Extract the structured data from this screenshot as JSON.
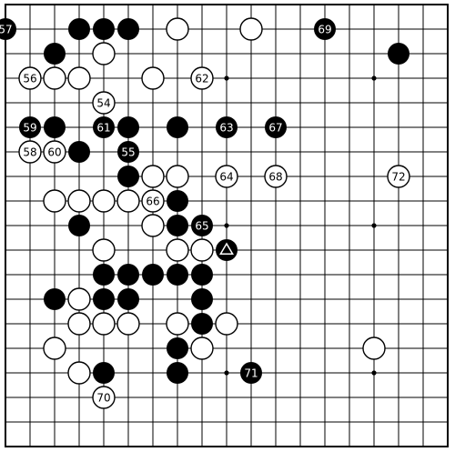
{
  "board": {
    "size": 19,
    "hoshi": [
      [
        3,
        3
      ],
      [
        9,
        3
      ],
      [
        15,
        3
      ],
      [
        3,
        9
      ],
      [
        9,
        9
      ],
      [
        15,
        9
      ],
      [
        3,
        15
      ],
      [
        9,
        15
      ],
      [
        15,
        15
      ]
    ]
  },
  "stones": [
    {
      "c": "b",
      "x": 0,
      "y": 1,
      "n": "57"
    },
    {
      "c": "b",
      "x": 3,
      "y": 1
    },
    {
      "c": "b",
      "x": 4,
      "y": 1
    },
    {
      "c": "b",
      "x": 5,
      "y": 1
    },
    {
      "c": "w",
      "x": 7,
      "y": 1
    },
    {
      "c": "w",
      "x": 10,
      "y": 1
    },
    {
      "c": "b",
      "x": 13,
      "y": 1,
      "n": "69"
    },
    {
      "c": "b",
      "x": 2,
      "y": 2
    },
    {
      "c": "w",
      "x": 4,
      "y": 2
    },
    {
      "c": "b",
      "x": 16,
      "y": 2
    },
    {
      "c": "w",
      "x": 1,
      "y": 3,
      "n": "56"
    },
    {
      "c": "w",
      "x": 2,
      "y": 3
    },
    {
      "c": "w",
      "x": 3,
      "y": 3
    },
    {
      "c": "w",
      "x": 6,
      "y": 3
    },
    {
      "c": "w",
      "x": 8,
      "y": 3,
      "n": "62"
    },
    {
      "c": "w",
      "x": 4,
      "y": 4,
      "n": "54"
    },
    {
      "c": "b",
      "x": 1,
      "y": 5,
      "n": "59"
    },
    {
      "c": "b",
      "x": 2,
      "y": 5
    },
    {
      "c": "b",
      "x": 4,
      "y": 5,
      "n": "61"
    },
    {
      "c": "b",
      "x": 5,
      "y": 5
    },
    {
      "c": "b",
      "x": 7,
      "y": 5
    },
    {
      "c": "b",
      "x": 9,
      "y": 5,
      "n": "63"
    },
    {
      "c": "b",
      "x": 11,
      "y": 5,
      "n": "67"
    },
    {
      "c": "w",
      "x": 1,
      "y": 6,
      "n": "58"
    },
    {
      "c": "w",
      "x": 2,
      "y": 6,
      "n": "60"
    },
    {
      "c": "b",
      "x": 3,
      "y": 6
    },
    {
      "c": "b",
      "x": 5,
      "y": 6,
      "n": "55"
    },
    {
      "c": "b",
      "x": 5,
      "y": 7
    },
    {
      "c": "w",
      "x": 6,
      "y": 7
    },
    {
      "c": "w",
      "x": 7,
      "y": 7
    },
    {
      "c": "w",
      "x": 9,
      "y": 7,
      "n": "64"
    },
    {
      "c": "w",
      "x": 11,
      "y": 7,
      "n": "68"
    },
    {
      "c": "w",
      "x": 16,
      "y": 7,
      "n": "72"
    },
    {
      "c": "w",
      "x": 2,
      "y": 8
    },
    {
      "c": "w",
      "x": 3,
      "y": 8
    },
    {
      "c": "w",
      "x": 4,
      "y": 8
    },
    {
      "c": "w",
      "x": 5,
      "y": 8
    },
    {
      "c": "w",
      "x": 6,
      "y": 8,
      "n": "66"
    },
    {
      "c": "b",
      "x": 7,
      "y": 8
    },
    {
      "c": "b",
      "x": 3,
      "y": 9
    },
    {
      "c": "w",
      "x": 6,
      "y": 9
    },
    {
      "c": "b",
      "x": 7,
      "y": 9
    },
    {
      "c": "b",
      "x": 8,
      "y": 9,
      "n": "65"
    },
    {
      "c": "w",
      "x": 4,
      "y": 10
    },
    {
      "c": "w",
      "x": 7,
      "y": 10
    },
    {
      "c": "w",
      "x": 8,
      "y": 10
    },
    {
      "c": "b",
      "x": 9,
      "y": 10,
      "mark": "triangle"
    },
    {
      "c": "b",
      "x": 4,
      "y": 11
    },
    {
      "c": "b",
      "x": 5,
      "y": 11
    },
    {
      "c": "b",
      "x": 6,
      "y": 11
    },
    {
      "c": "b",
      "x": 7,
      "y": 11
    },
    {
      "c": "b",
      "x": 8,
      "y": 11
    },
    {
      "c": "w",
      "x": 3,
      "y": 12
    },
    {
      "c": "b",
      "x": 4,
      "y": 12
    },
    {
      "c": "b",
      "x": 5,
      "y": 12
    },
    {
      "c": "b",
      "x": 8,
      "y": 12
    },
    {
      "c": "b",
      "x": 2,
      "y": 12
    },
    {
      "c": "w",
      "x": 3,
      "y": 13
    },
    {
      "c": "w",
      "x": 4,
      "y": 13
    },
    {
      "c": "w",
      "x": 5,
      "y": 13
    },
    {
      "c": "w",
      "x": 7,
      "y": 13
    },
    {
      "c": "b",
      "x": 8,
      "y": 13
    },
    {
      "c": "w",
      "x": 9,
      "y": 13
    },
    {
      "c": "w",
      "x": 2,
      "y": 14
    },
    {
      "c": "b",
      "x": 7,
      "y": 14
    },
    {
      "c": "w",
      "x": 8,
      "y": 14
    },
    {
      "c": "w",
      "x": 15,
      "y": 14
    },
    {
      "c": "w",
      "x": 3,
      "y": 15
    },
    {
      "c": "b",
      "x": 4,
      "y": 15
    },
    {
      "c": "b",
      "x": 7,
      "y": 15
    },
    {
      "c": "b",
      "x": 10,
      "y": 15,
      "n": "71"
    },
    {
      "c": "w",
      "x": 4,
      "y": 16,
      "n": "70"
    }
  ]
}
